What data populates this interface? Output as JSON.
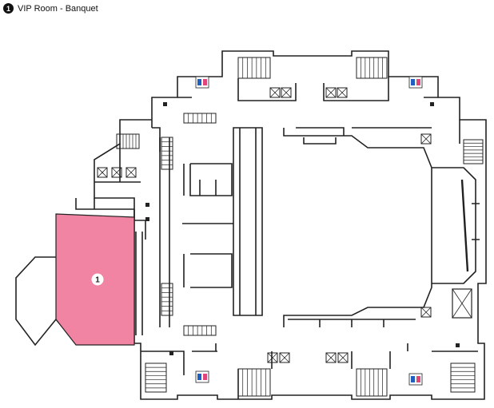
{
  "legend": {
    "number": "1",
    "label": "VIP Room - Banquet"
  },
  "room": {
    "number": "1",
    "color": "#f184a3"
  },
  "colors": {
    "wall": "#222222",
    "restroom_male": "#1f5fbf",
    "restroom_female": "#e0457b"
  },
  "icons": [
    "stairs-icon",
    "elevator-icon",
    "restroom-icon",
    "escalator-icon"
  ]
}
